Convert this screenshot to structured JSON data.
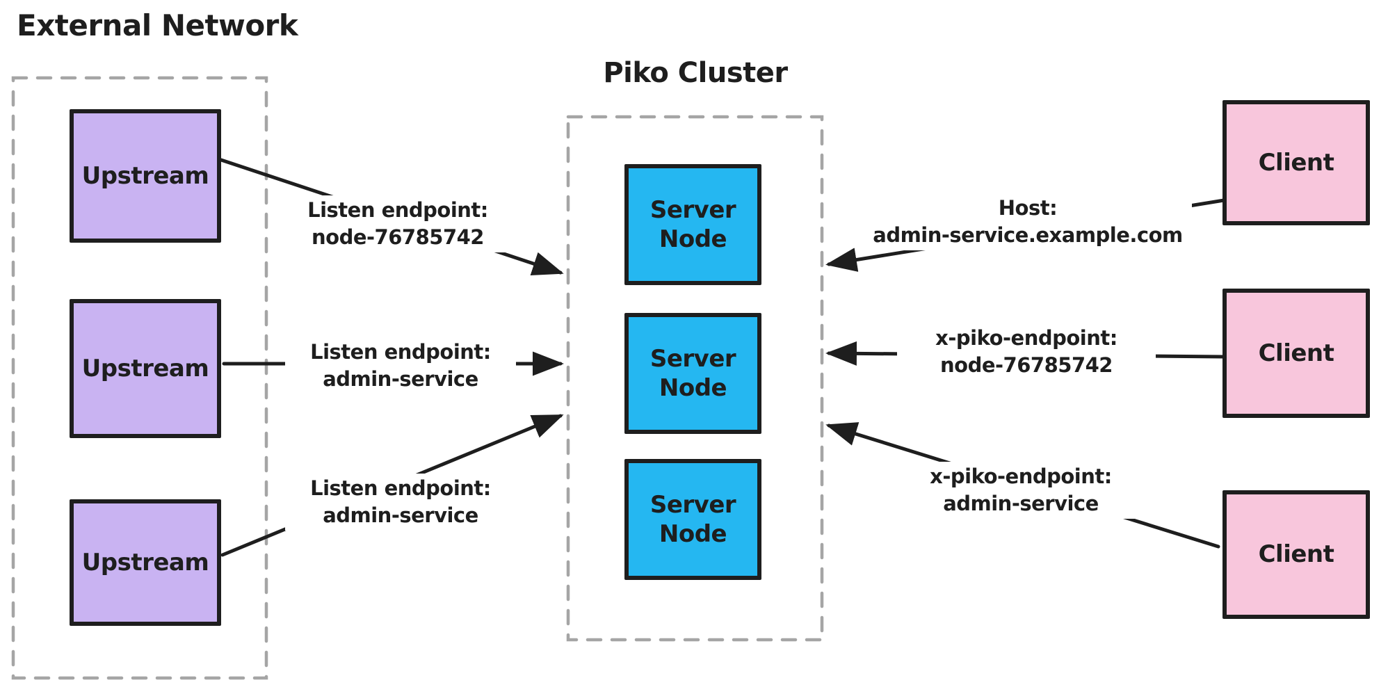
{
  "titles": {
    "external": "External Network",
    "cluster": "Piko Cluster"
  },
  "nodes": {
    "upstreams": [
      {
        "label": "Upstream"
      },
      {
        "label": "Upstream"
      },
      {
        "label": "Upstream"
      }
    ],
    "servers": [
      {
        "label": "Server Node"
      },
      {
        "label": "Server Node"
      },
      {
        "label": "Server Node"
      }
    ],
    "clients": [
      {
        "label": "Client"
      },
      {
        "label": "Client"
      },
      {
        "label": "Client"
      }
    ]
  },
  "connections": {
    "left": [
      {
        "label": "Listen endpoint:\nnode-76785742"
      },
      {
        "label": "Listen endpoint:\nadmin-service"
      },
      {
        "label": "Listen endpoint:\nadmin-service"
      }
    ],
    "right": [
      {
        "label": "Host:\nadmin-service.example.com"
      },
      {
        "label": "x-piko-endpoint:\nnode-76785742"
      },
      {
        "label": "x-piko-endpoint:\nadmin-service"
      }
    ]
  },
  "colors": {
    "upstream_fill": "#c9b3f2",
    "server_fill": "#25b7f1",
    "client_fill": "#f8c6dc",
    "stroke": "#1e1e1e",
    "dashed_border": "#a5a5a5"
  }
}
